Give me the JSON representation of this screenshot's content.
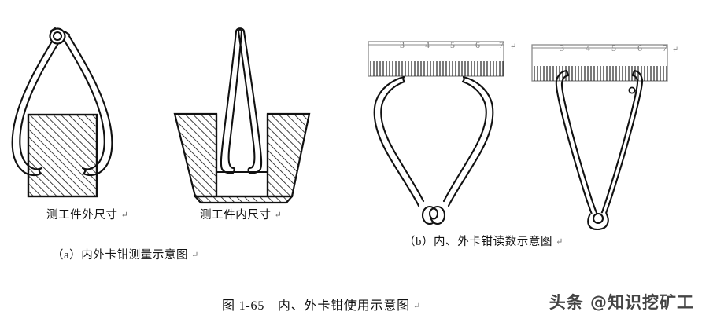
{
  "figure": {
    "caption": "图 1-65　内、外卡钳使用示意图",
    "caption_pilcrow": "↵"
  },
  "panels": [
    {
      "id": "panel-a",
      "caption": "（a）内外卡钳测量示意图",
      "caption_pilcrow": "↵",
      "items": [
        {
          "id": "outside-caliper-measuring",
          "label": "测工件外尺寸",
          "label_pilcrow": "↵",
          "icon": "outside-caliper-icon",
          "workpiece": "hatched-rectangle"
        },
        {
          "id": "inside-caliper-measuring",
          "label": "测工件内尺寸",
          "label_pilcrow": "↵",
          "icon": "inside-caliper-icon",
          "workpiece": "hatched-trapezoid-slot"
        }
      ]
    },
    {
      "id": "panel-b",
      "caption": "（b）内、外卡钳读数示意图",
      "caption_pilcrow": "↵",
      "items": [
        {
          "id": "outside-caliper-reading",
          "icon": "outside-caliper-icon",
          "ruler": {
            "id": "ruler-left",
            "ticks": "steel-rule-ticks",
            "pilcrow": "↵",
            "numbers": [
              "3",
              "4",
              "5",
              "6",
              "7"
            ]
          }
        },
        {
          "id": "inside-caliper-reading",
          "icon": "inside-caliper-icon",
          "ruler": {
            "id": "ruler-right",
            "ticks": "steel-rule-ticks",
            "pilcrow": "↵",
            "numbers": [
              "3",
              "4",
              "5",
              "6",
              "7"
            ]
          }
        }
      ]
    }
  ],
  "watermark": {
    "text": "头条 @知识挖矿工"
  },
  "colors": {
    "ink": "#111111",
    "ruler_frame": "#8a8a8a",
    "ruler_number": "#7d7d7d",
    "tick": "#222222",
    "paper": "#ffffff"
  }
}
